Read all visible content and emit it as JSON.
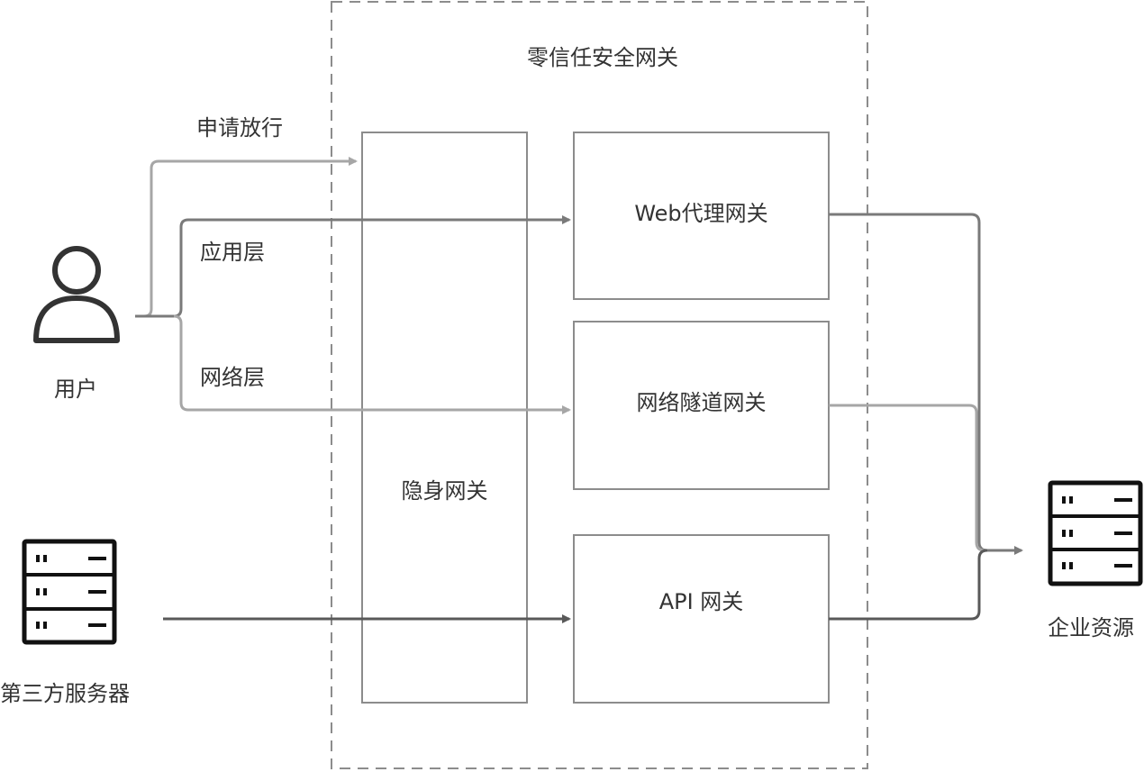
{
  "title": "零信任安全网关",
  "actors": {
    "user": {
      "label": "用户",
      "icon": "user-icon"
    },
    "third_party": {
      "label": "第三方服务器",
      "icon": "server-icon"
    },
    "enterprise": {
      "label": "企业资源",
      "icon": "server-icon"
    }
  },
  "gateways": {
    "stealth": "隐身网关",
    "web_proxy": "Web代理网关",
    "network_tunnel": "网络隧道网关",
    "api": "API 网关"
  },
  "flows": {
    "request_access": "申请放行",
    "app_layer": "应用层",
    "network_layer": "网络层"
  },
  "colors": {
    "light_line": "#a6a6a6",
    "mid_line": "#808080",
    "dark_line": "#595959",
    "box_border": "#8c8c8c",
    "dashed_border": "#8c8c8c",
    "icon": "#1a1a1a"
  }
}
